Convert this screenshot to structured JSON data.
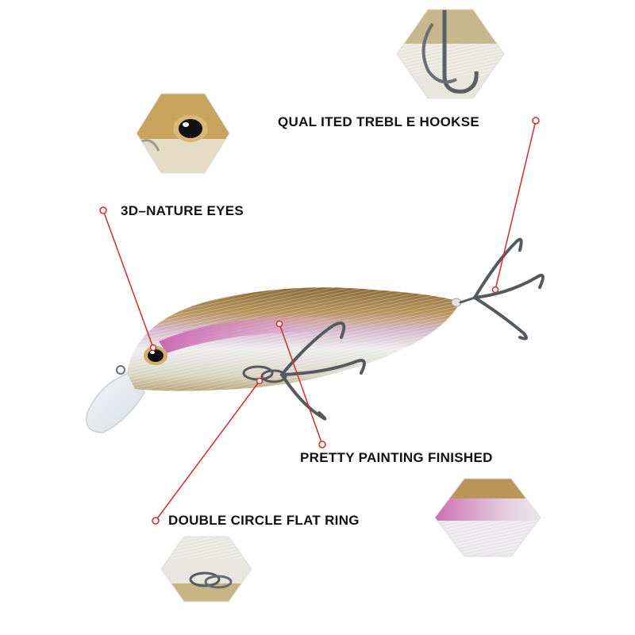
{
  "labels": {
    "hooks": "QUAL ITED TREBL E HOOKSE",
    "eyes": "3D–NATURE EYES",
    "painting": "PRETTY PAINTING FINISHED",
    "ring": "DOUBLE CIRCLE FLAT RING"
  },
  "colors": {
    "callout_line": "#d42a2a",
    "back": "#a9864f",
    "belly": "#e8e8e8",
    "pink": "#c65aa8",
    "hook": "#555a60"
  }
}
